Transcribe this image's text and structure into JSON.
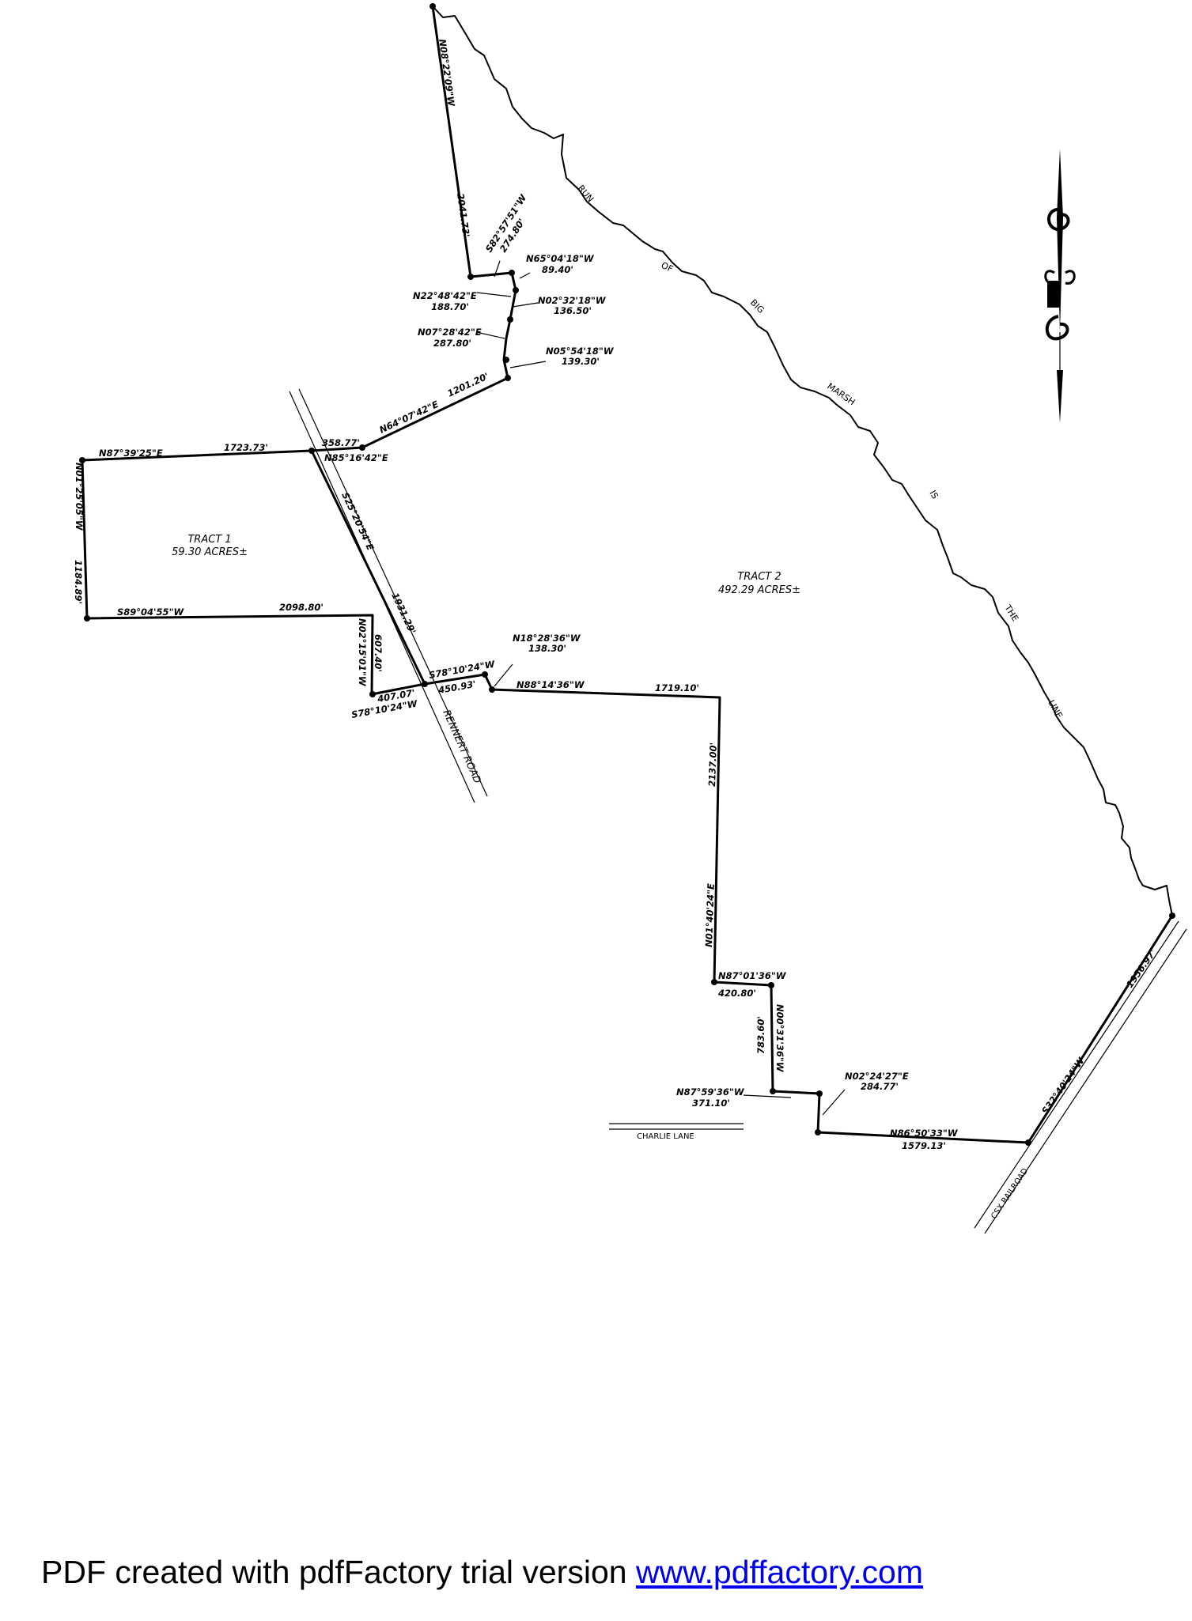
{
  "tracts": [
    {
      "name": "TRACT 1",
      "area": "59.30 ACRES±"
    },
    {
      "name": "TRACT 2",
      "area": "492.29 ACRES±"
    }
  ],
  "roads": {
    "rennert": "RENNERT ROAD",
    "charlie": "CHARLIE LANE",
    "railroad": "CSX RAILROAD"
  },
  "creek_words": [
    "RUN",
    "OF",
    "BIG",
    "MARSH",
    "IS",
    "THE",
    "LINE"
  ],
  "calls": {
    "c1": "N08°22'09\"W",
    "c2": "2041.73'",
    "c3": "S82°57'51\"W",
    "c4": "274.80'",
    "c5": "N65°04'18\"W",
    "c6": "89.40'",
    "c7": "N22°48'42\"E",
    "c8": "188.70'",
    "c9": "N02°32'18\"W",
    "c10": "136.50'",
    "c11": "N07°28'42\"E",
    "c12": "287.80'",
    "c13": "N05°54'18\"W",
    "c14": "139.30'",
    "c15": "1201.20'",
    "c16": "N64°07'42\"E",
    "c17": "358.77'",
    "c18": "N85°16'42\"E",
    "c19": "N87°39'25\"E",
    "c20": "1723.73'",
    "c21": "N01°25'05\"W",
    "c22": "1184.89'",
    "c23": "S89°04'55\"W",
    "c24": "2098.80'",
    "c25": "S25°20'54\"E",
    "c26": "1931.29'",
    "c27": "N02°15'01\"W",
    "c28": "607.40'",
    "c29": "407.07'",
    "c30": "S78°10'24\"W",
    "c31": "S78°10'24\"W",
    "c32": "450.93'",
    "c33": "N18°28'36\"W",
    "c34": "138.30'",
    "c35": "N88°14'36\"W",
    "c36": "1719.10'",
    "c37": "2137.00'",
    "c38": "N01°40'24\"E",
    "c39": "N87°01'36\"W",
    "c40": "420.80'",
    "c41": "N00°31'36\"W",
    "c42": "783.60'",
    "c43": "N87°59'36\"W",
    "c44": "371.10'",
    "c45": "N02°24'27\"E",
    "c46": "284.77'",
    "c47": "N86°50'33\"W",
    "c48": "1579.13'",
    "c49": "S32°40'24\"W",
    "c50": "1956.97'"
  },
  "footer": {
    "text": "PDF created with pdfFactory trial version ",
    "link": "www.pdffactory.com"
  }
}
